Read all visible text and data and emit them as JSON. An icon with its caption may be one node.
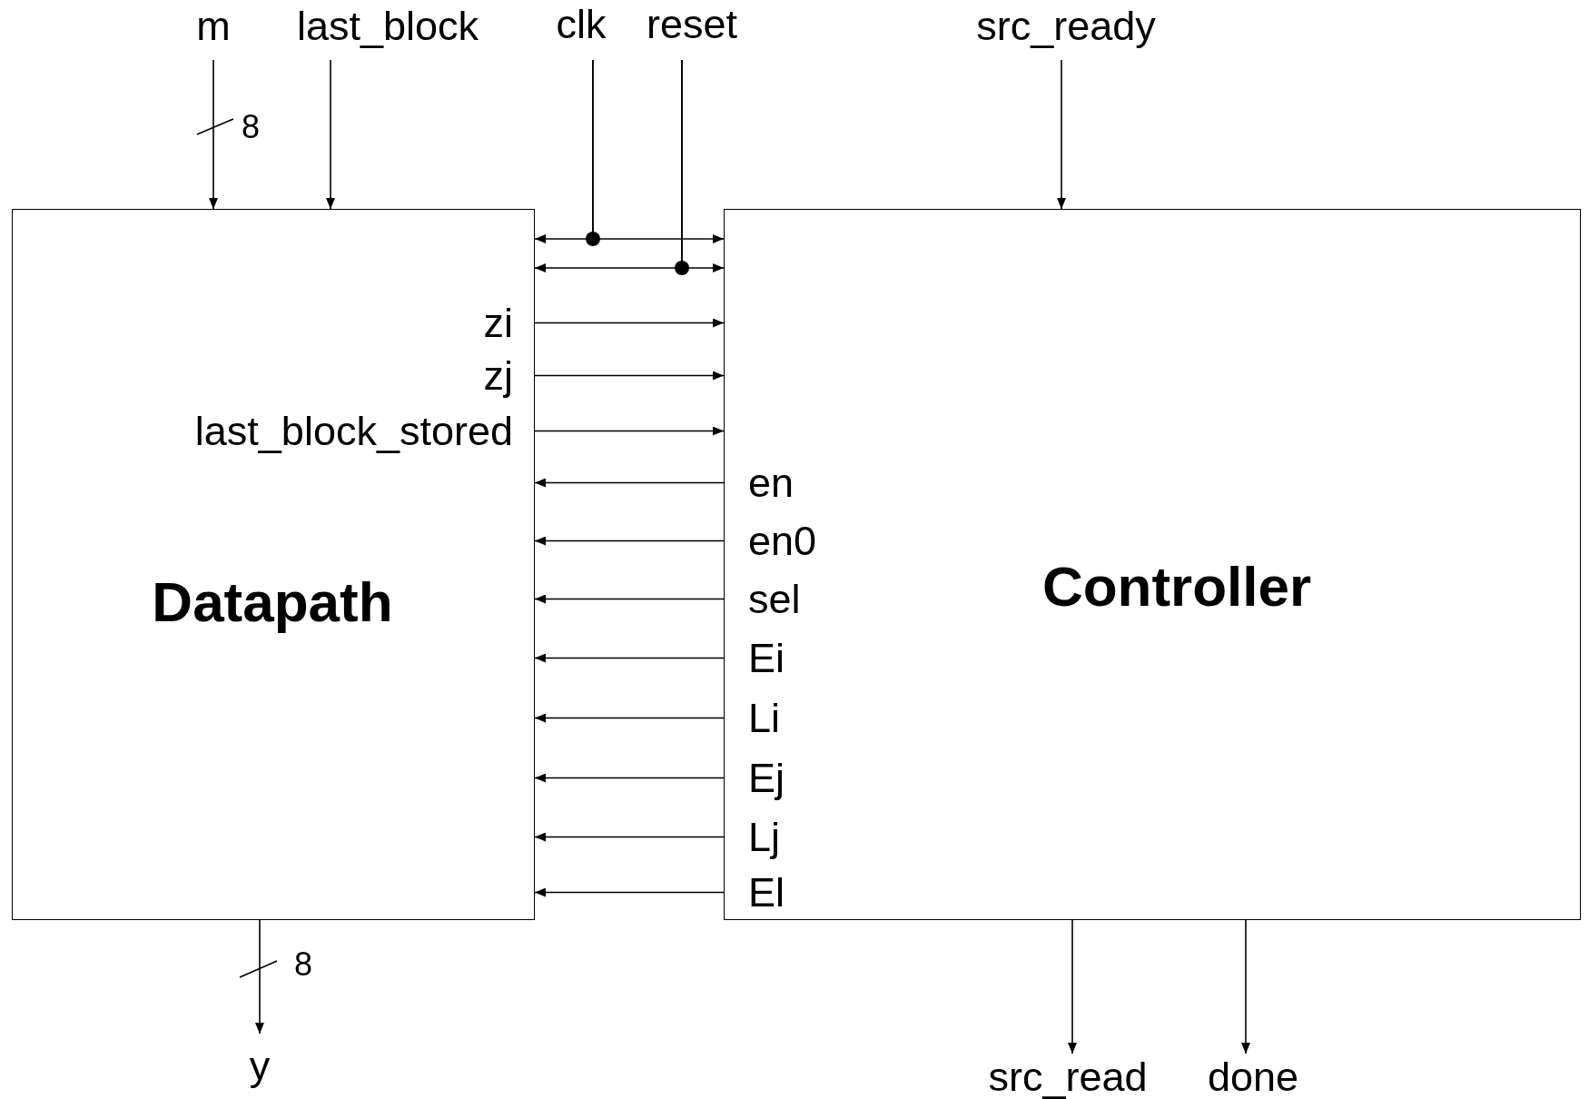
{
  "diagram": {
    "nodes": [
      {
        "text": [
          "Datapath"
        ]
      },
      {
        "text": [
          "zi"
        ],
        "in": 0
      },
      {
        "text": [
          "zj"
        ],
        "in": 0
      },
      {
        "text": [
          "last_block_stored"
        ],
        "in": 0
      },
      {
        "text": [
          "Controller"
        ]
      },
      {
        "text": [
          "en"
        ],
        "in": 4
      },
      {
        "text": [
          "en0"
        ],
        "in": 4
      },
      {
        "text": [
          "sel"
        ],
        "in": 4
      },
      {
        "text": [
          "Ei"
        ],
        "in": 4
      },
      {
        "text": [
          "Li"
        ],
        "in": 4
      },
      {
        "text": [
          "Ej"
        ],
        "in": 4
      },
      {
        "text": [
          "Lj"
        ],
        "in": 4
      },
      {
        "text": [
          "El"
        ],
        "in": 4
      },
      {
        "text": [
          "m"
        ]
      },
      {
        "text": [
          "last_block"
        ]
      },
      {
        "text": [
          "clk"
        ]
      },
      {
        "text": [
          "reset"
        ]
      },
      {
        "text": [
          "src_ready"
        ]
      },
      {
        "text": [
          "y"
        ]
      },
      {
        "text": [
          "src_read"
        ]
      },
      {
        "text": [
          "done"
        ]
      }
    ],
    "edges": [
      {
        "from": 13,
        "to": 0,
        "arrow": "to"
      },
      {
        "from": 14,
        "to": 0,
        "arrow": "to"
      },
      {
        "from": 15,
        "to": 0,
        "arrow": "to"
      },
      {
        "from": 15,
        "to": 4,
        "arrow": "to"
      },
      {
        "from": 16,
        "to": 0,
        "arrow": "to"
      },
      {
        "from": 16,
        "to": 4,
        "arrow": "to"
      },
      {
        "from": 17,
        "to": 4,
        "arrow": "to"
      },
      {
        "from": 1,
        "to": 4,
        "arrow": "to"
      },
      {
        "from": 2,
        "to": 4,
        "arrow": "to"
      },
      {
        "from": 3,
        "to": 4,
        "arrow": "to"
      },
      {
        "from": 5,
        "to": 0,
        "arrow": "to"
      },
      {
        "from": 6,
        "to": 0,
        "arrow": "to"
      },
      {
        "from": 7,
        "to": 0,
        "arrow": "to"
      },
      {
        "from": 8,
        "to": 0,
        "arrow": "to"
      },
      {
        "from": 9,
        "to": 0,
        "arrow": "to"
      },
      {
        "from": 10,
        "to": 0,
        "arrow": "to"
      },
      {
        "from": 11,
        "to": 0,
        "arrow": "to"
      },
      {
        "from": 12,
        "to": 0,
        "arrow": "to"
      },
      {
        "from": 0,
        "to": 18,
        "arrow": "to"
      },
      {
        "from": 4,
        "to": 19,
        "arrow": "to"
      },
      {
        "from": 4,
        "to": 20,
        "arrow": "to"
      }
    ],
    "labels": [
      "8",
      "8"
    ]
  }
}
